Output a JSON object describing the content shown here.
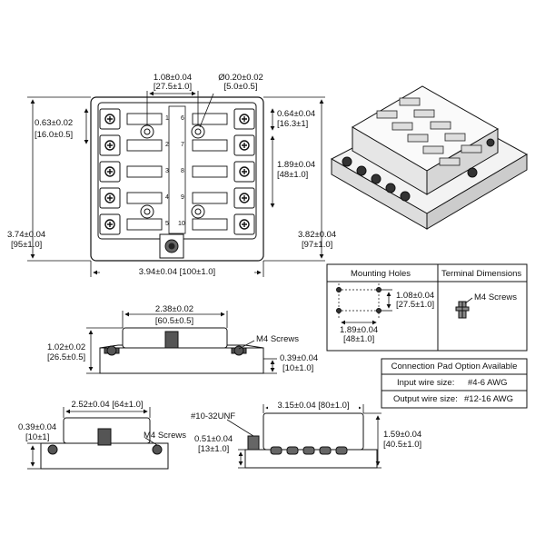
{
  "top_view": {
    "width_pitch": "1.08±0.04",
    "width_pitch_mm": "[27.5±1.0]",
    "hole_dia": "Ø0.20±0.02",
    "hole_dia_mm": "[5.0±0.5]",
    "left_offset": "0.63±0.02",
    "left_offset_mm": "[16.0±0.5]",
    "right_offset": "0.64±0.04",
    "right_offset_mm": "[16.3±1]",
    "hole_spacing": "1.89±0.04",
    "hole_spacing_mm": "[48±1.0]",
    "overall_height": "3.74±0.04",
    "overall_height_mm": "[95±1.0]",
    "overall_height_right": "3.82±0.04",
    "overall_height_right_mm": "[97±1.0]",
    "overall_width": "3.94±0.04 [100±1.0]",
    "slot_numbers_left": [
      "1",
      "2",
      "3",
      "4",
      "5"
    ],
    "slot_numbers_right": [
      "6",
      "7",
      "8",
      "9",
      "10"
    ]
  },
  "mounting_holes": {
    "title": "Mounting Holes",
    "pitch": "1.08±0.04",
    "pitch_mm": "[27.5±1.0]",
    "spacing": "1.89±0.04",
    "spacing_mm": "[48±1.0]"
  },
  "terminal_dimensions": {
    "title": "Terminal Dimensions",
    "screw_label": "M4 Screws"
  },
  "front_view": {
    "width": "2.38±0.02",
    "width_mm": "[60.5±0.5]",
    "height": "1.02±0.02",
    "height_mm": "[26.5±0.5]",
    "screw_label": "M4 Screws",
    "base_height": "0.39±0.04",
    "base_height_mm": "[10±1.0]"
  },
  "connection_pad": {
    "title": "Connection Pad Option Available",
    "input_label": "Input wire size:",
    "input_value": "#4-6 AWG",
    "output_label": "Output wire size:",
    "output_value": "#12-16 AWG"
  },
  "side_view_left": {
    "width": "2.52±0.04 [64±1.0]",
    "base_height": "0.39±0.04",
    "base_height_mm": "[10±1]",
    "screw_label": "M4 Screws"
  },
  "side_view_right": {
    "stud_label": "#10-32UNF",
    "width": "3.15±0.04 [80±1.0]",
    "base_height": "0.51±0.04",
    "base_height_mm": "[13±1.0]",
    "height": "1.59±0.04",
    "height_mm": "[40.5±1.0]"
  }
}
